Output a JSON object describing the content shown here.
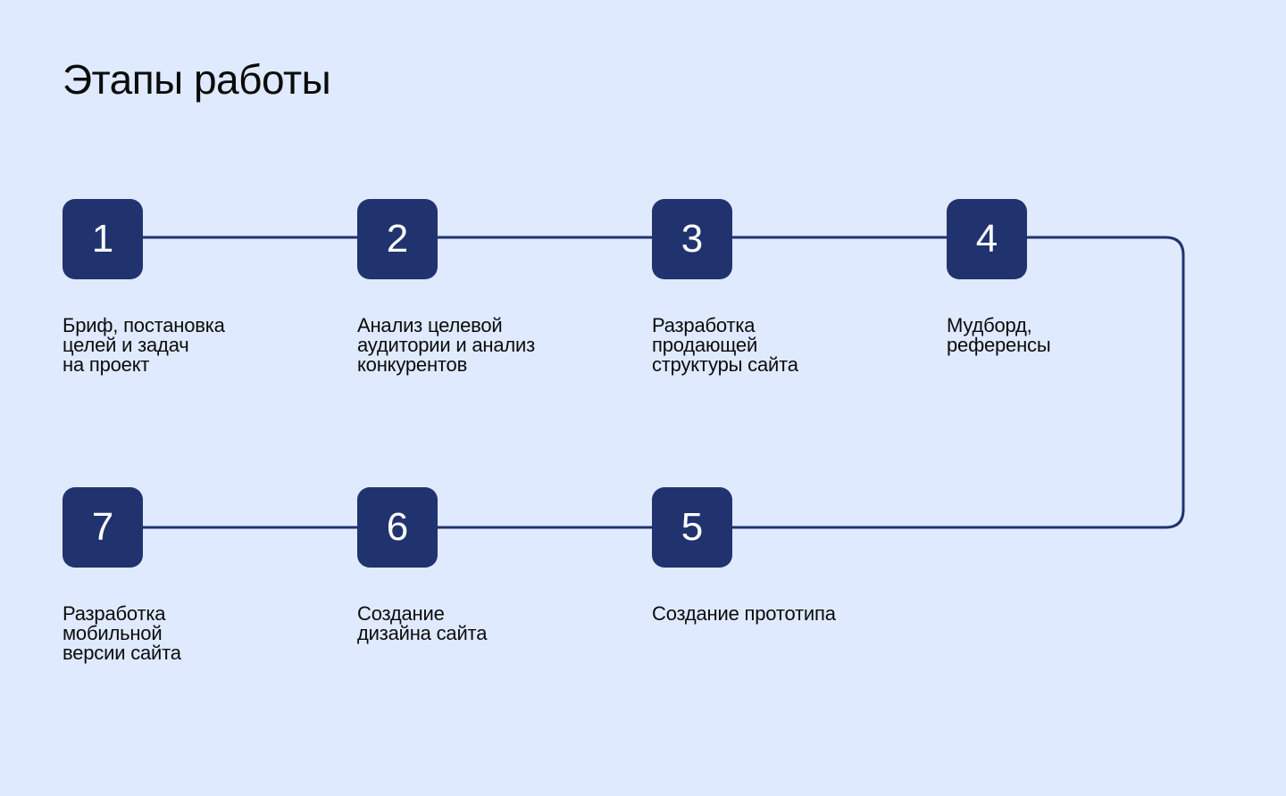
{
  "title": "Этапы работы",
  "colors": {
    "background": "#dfeafe",
    "accent": "#21336f",
    "text": "#0b0b0b"
  },
  "steps": [
    {
      "number": "1",
      "text": "Бриф, постановка\nцелей и задач\nна проект"
    },
    {
      "number": "2",
      "text": "Анализ целевой\nаудитории и анализ\nконкурентов"
    },
    {
      "number": "3",
      "text": "Разработка\nпродающей\nструктуры сайта"
    },
    {
      "number": "4",
      "text": "Мудборд,\nреференсы"
    },
    {
      "number": "5",
      "text": "Создание прототипа"
    },
    {
      "number": "6",
      "text": "Создание\nдизайна сайта"
    },
    {
      "number": "7",
      "text": "Разработка\nмобильной\nверсии сайта"
    }
  ]
}
